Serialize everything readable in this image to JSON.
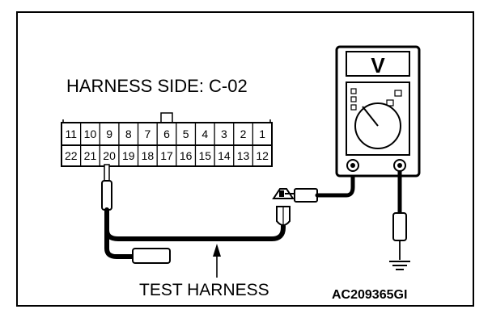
{
  "connector_label": "HARNESS SIDE: C-02",
  "test_harness_label": "TEST HARNESS",
  "figure_code": "AC209365GI",
  "meter_unit": "V",
  "connector": {
    "top_row": [
      "11",
      "10",
      "9",
      "8",
      "7",
      "6",
      "5",
      "4",
      "3",
      "2",
      "1"
    ],
    "bottom_row": [
      "22",
      "21",
      "20",
      "19",
      "18",
      "17",
      "16",
      "15",
      "14",
      "13",
      "12"
    ]
  }
}
